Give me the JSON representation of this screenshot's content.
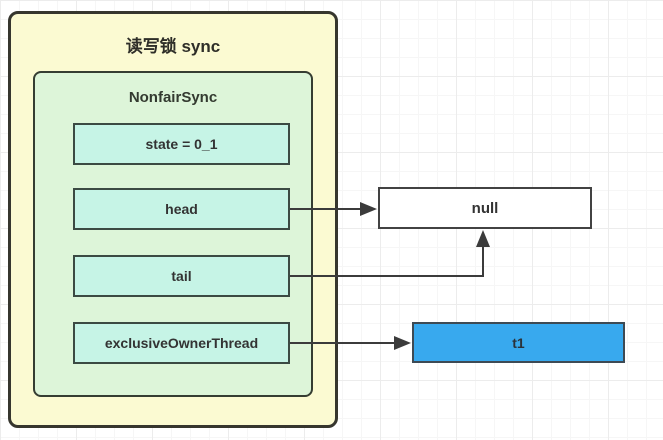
{
  "diagram": {
    "outer": {
      "title": "读写锁 sync"
    },
    "inner": {
      "title": "NonfairSync"
    },
    "fields": [
      {
        "label": "state = 0_1"
      },
      {
        "label": "head"
      },
      {
        "label": "tail"
      },
      {
        "label": "exclusiveOwnerThread"
      }
    ],
    "nodes": {
      "null_node": {
        "label": "null"
      },
      "t1_node": {
        "label": "t1"
      }
    },
    "edges": [
      {
        "from": "head",
        "to": "null",
        "style": "straight-arrow"
      },
      {
        "from": "tail",
        "to": "null",
        "style": "elbow-arrow-up"
      },
      {
        "from": "exclusiveOwnerThread",
        "to": "t1",
        "style": "straight-arrow"
      }
    ],
    "colors": {
      "outer_fill": "#fbfad2",
      "inner_fill": "#ddf5d9",
      "field_fill": "#c6f4e6",
      "null_fill": "#ffffff",
      "t1_fill": "#38a9ee",
      "shape_border": "#3a3a33",
      "arrow": "#3b3b3b",
      "text": "#333333",
      "grid_line": "#ececec",
      "background": "#ffffff"
    }
  }
}
